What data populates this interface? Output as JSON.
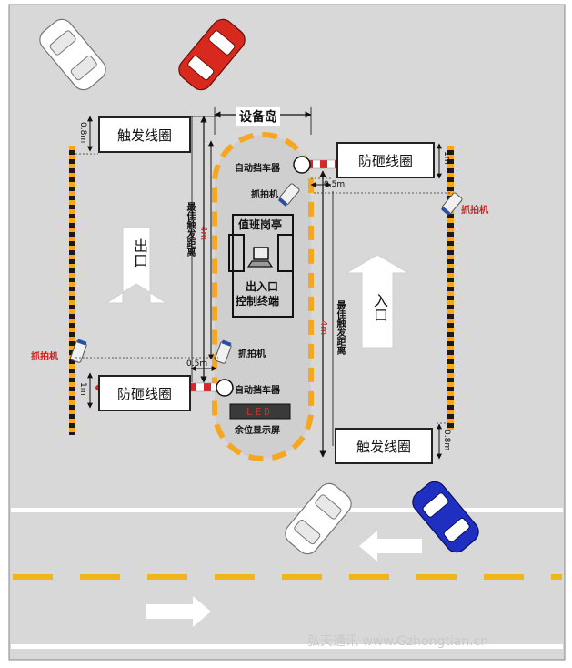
{
  "labels": {
    "equipment_island": "设备岛",
    "trigger_coil": "触发线圈",
    "anti_smash_coil": "防砸线圈",
    "barrier": "自动挡车器",
    "camera": "抓拍机",
    "guard_booth": "值班岗亭",
    "control_terminal": "出入口\n控制终端",
    "control_terminal_line1": "出入口",
    "control_terminal_line2": "控制终端",
    "remaining_display": "余位显示屏",
    "led": "LED",
    "exit": "出口",
    "entrance": "入口",
    "best_trigger_distance": "最佳触发距离",
    "dist_4m": "4m",
    "dist_05m": "0.5m",
    "dist_08m": "0.8m",
    "dist_1m": "1m",
    "watermark": "弘天通讯 www.Gzhongtian.cn"
  },
  "colors": {
    "road": "#d8d8d8",
    "pole_orange": "#f5a623",
    "pole_black": "#1a1a1a",
    "barrier_red": "#d9262b",
    "island_gray": "#cfcfcf",
    "led_red": "#c0392b",
    "car_red": "#d8291f",
    "car_blue": "#1e2fc2",
    "lane_yellow": "#f1b51c",
    "arrow_white": "#ffffff",
    "label_red": "#d21d1d"
  },
  "icons": [
    "car-icon",
    "camera-icon",
    "barrier-gate-icon",
    "computer-terminal-icon",
    "arrow-icon"
  ]
}
